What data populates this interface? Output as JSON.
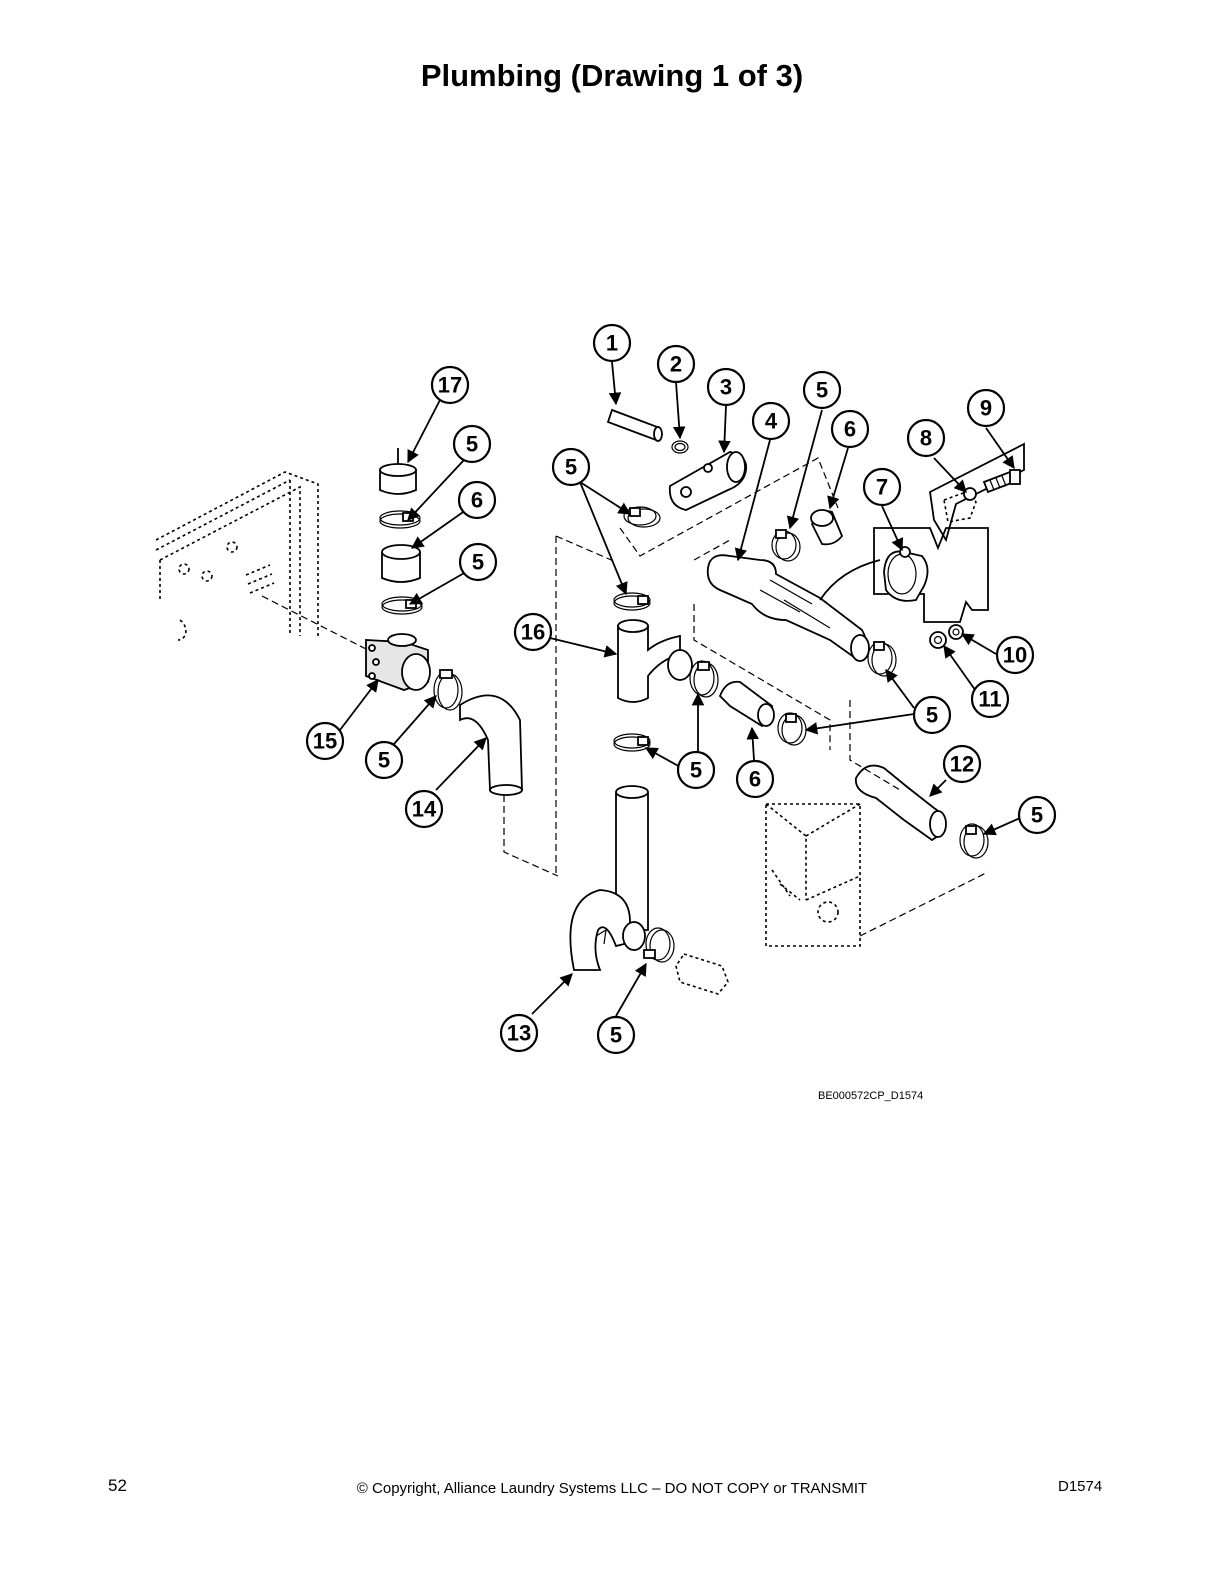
{
  "page": {
    "title": "Plumbing (Drawing 1 of 3)",
    "drawing_id": "BE000572CP_D1574",
    "page_number": "52",
    "copyright": "© Copyright, Alliance Laundry Systems LLC – DO NOT COPY or TRANSMIT",
    "doc_code": "D1574"
  },
  "callouts": [
    {
      "label": "1"
    },
    {
      "label": "2"
    },
    {
      "label": "3"
    },
    {
      "label": "4"
    },
    {
      "label": "5"
    },
    {
      "label": "6"
    },
    {
      "label": "7"
    },
    {
      "label": "8"
    },
    {
      "label": "9"
    },
    {
      "label": "17"
    },
    {
      "label": "5"
    },
    {
      "label": "6"
    },
    {
      "label": "5"
    },
    {
      "label": "5"
    },
    {
      "label": "16"
    },
    {
      "label": "10"
    },
    {
      "label": "11"
    },
    {
      "label": "5"
    },
    {
      "label": "15"
    },
    {
      "label": "5"
    },
    {
      "label": "14"
    },
    {
      "label": "5"
    },
    {
      "label": "6"
    },
    {
      "label": "12"
    },
    {
      "label": "5"
    },
    {
      "label": "13"
    },
    {
      "label": "5"
    }
  ]
}
